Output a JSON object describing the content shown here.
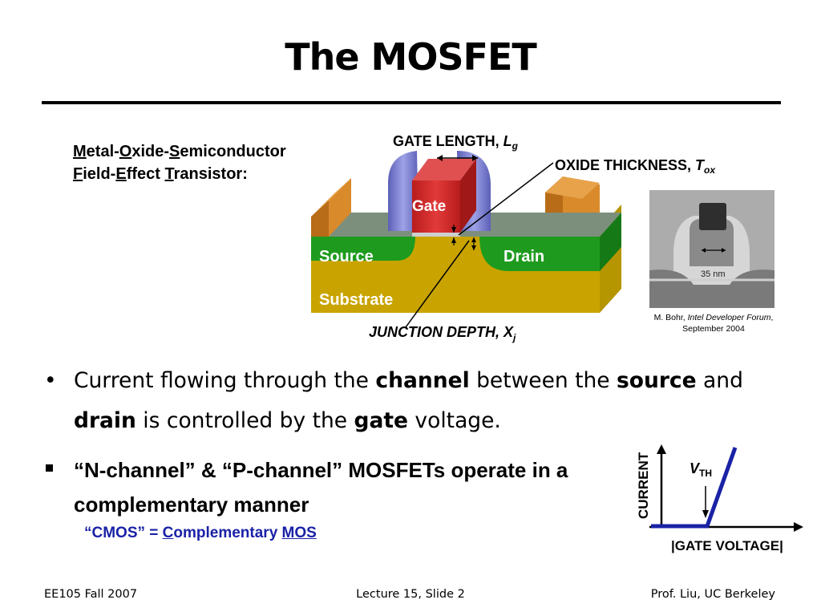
{
  "slide": {
    "title": "The MOSFET",
    "acronym_lines": [
      {
        "parts": [
          [
            "M",
            true
          ],
          [
            "etal-",
            false
          ],
          [
            "O",
            true
          ],
          [
            "xide-",
            false
          ],
          [
            "S",
            true
          ],
          [
            "emiconductor",
            false
          ]
        ]
      },
      {
        "parts": [
          [
            "F",
            true
          ],
          [
            "ield-",
            false
          ],
          [
            "E",
            true
          ],
          [
            "ffect ",
            false
          ],
          [
            "T",
            true
          ],
          [
            "ransistor:",
            false
          ]
        ]
      }
    ],
    "bullet1": {
      "parts": [
        [
          "Current flowing through the ",
          false
        ],
        [
          "channel",
          true
        ],
        [
          " between the ",
          false
        ],
        [
          "source",
          true
        ],
        [
          " and ",
          false
        ],
        [
          "drain",
          true
        ],
        [
          " is controlled by the ",
          false
        ],
        [
          "gate",
          true
        ],
        [
          " voltage.",
          false
        ]
      ]
    },
    "bullet2": "“N-channel” & “P-channel” MOSFETs operate in a complementary manner",
    "cmos": {
      "prefix": "“CMOS” = ",
      "c_underlined": "C",
      "mid": "omplementary ",
      "mos_underlined": "MOS"
    }
  },
  "diagram": {
    "gate_length_label": "GATE LENGTH, ",
    "gate_length_sym": "L",
    "gate_length_sub": "g",
    "oxide_label": "OXIDE THICKNESS, ",
    "oxide_sym": "T",
    "oxide_sub": "ox",
    "junction_label": "JUNCTION DEPTH, ",
    "junction_sym": "X",
    "junction_sub": "j",
    "gate": "Gate",
    "source": "Source",
    "drain": "Drain",
    "substrate": "Substrate",
    "colors": {
      "gate_red": "#d42828",
      "spacer_blue": "#7f83d6",
      "green": "#1e9b1e",
      "substrate": "#c9a400",
      "contact": "#d98a2a",
      "oxide_gray": "#8a8a8a"
    }
  },
  "photo": {
    "scale_label": "35 nm",
    "caption_author": "M. Bohr, ",
    "caption_italic": "Intel Developer Forum",
    "caption_rest": ", September 2004"
  },
  "iv_graph": {
    "ylabel": "CURRENT",
    "xlabel": "|GATE VOLTAGE|",
    "vth_sym": "V",
    "vth_sub": "TH",
    "line_color": "#1a22a6"
  },
  "footer": {
    "left": "EE105 Fall 2007",
    "center": "Lecture 15, Slide 2",
    "right": "Prof. Liu, UC Berkeley"
  }
}
